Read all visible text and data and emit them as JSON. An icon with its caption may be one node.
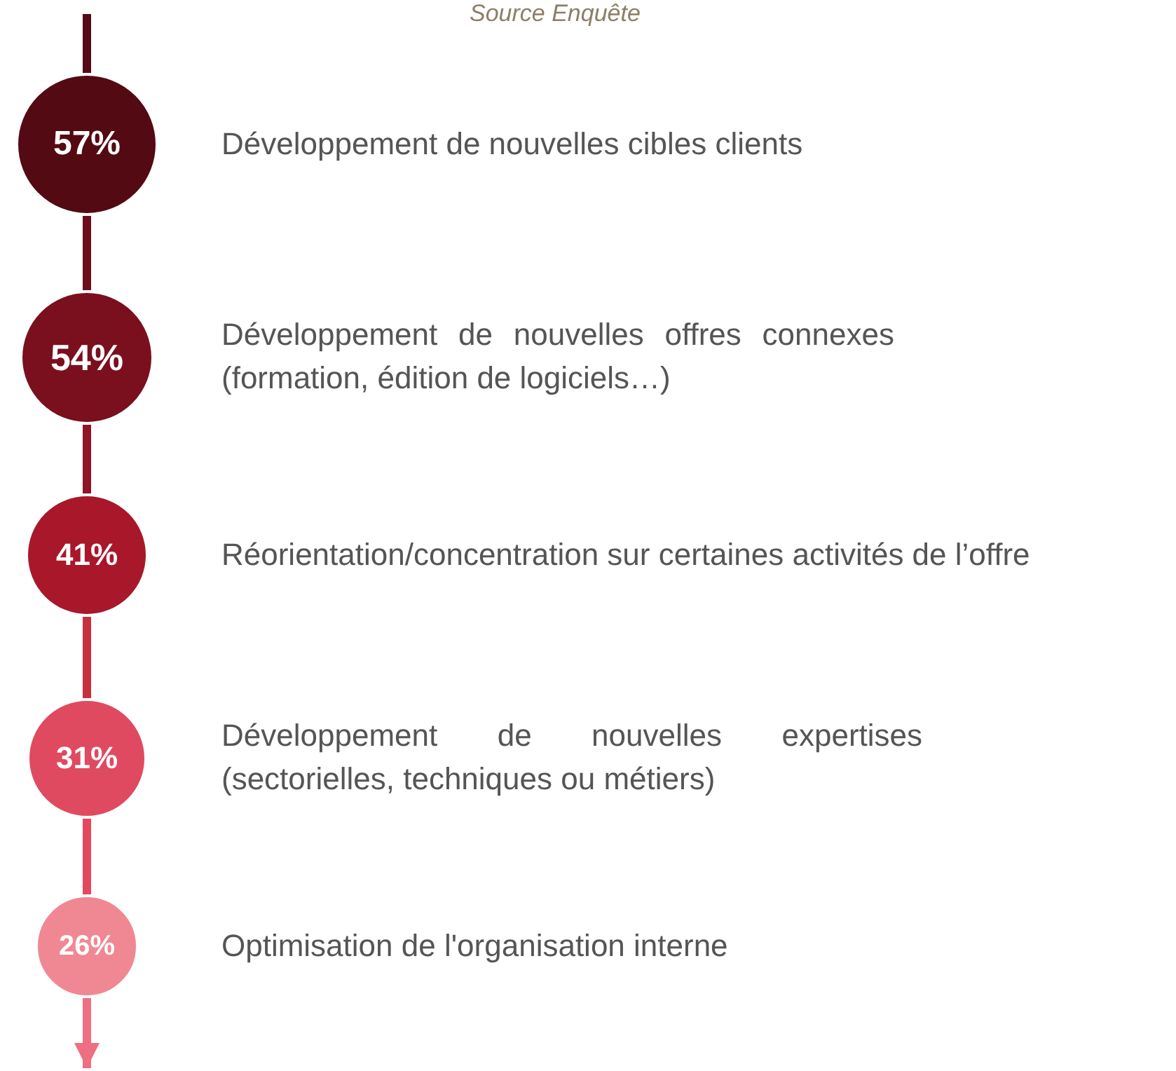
{
  "diagram": {
    "nodes": [
      {
        "text": [
          "57%"
        ],
        "beside": [
          "Développement de nouvelles cibles clients"
        ]
      },
      {
        "text": [
          "54%"
        ],
        "beside": [
          "Développement de nouvelles offres connexes (formation, édition de logiciels…)"
        ]
      },
      {
        "text": [
          "41%"
        ],
        "beside": [
          "Réorientation/concentration sur certaines activités de l’offre"
        ]
      },
      {
        "text": [
          "31%"
        ],
        "beside": [
          "Développement de nouvelles expertises (sectorielles, techniques ou métiers)"
        ]
      },
      {
        "text": [
          "26%"
        ],
        "beside": [
          "Optimisation de l'organisation interne"
        ]
      }
    ],
    "edges": [
      {
        "from": null,
        "to": 0,
        "arrow": "none",
        "color": "#560a15"
      },
      {
        "from": 0,
        "to": 1,
        "arrow": "none",
        "color": "#6c0e1c"
      },
      {
        "from": 1,
        "to": 2,
        "arrow": "none",
        "color": "#8e1526"
      },
      {
        "from": 2,
        "to": 3,
        "arrow": "none",
        "color": "#c8303f"
      },
      {
        "from": 3,
        "to": 4,
        "arrow": "none",
        "color": "#e4485e"
      },
      {
        "from": 4,
        "to": null,
        "arrow": "to",
        "color": "#ee6f82"
      }
    ],
    "labels": [
      "Source Enquête"
    ]
  }
}
